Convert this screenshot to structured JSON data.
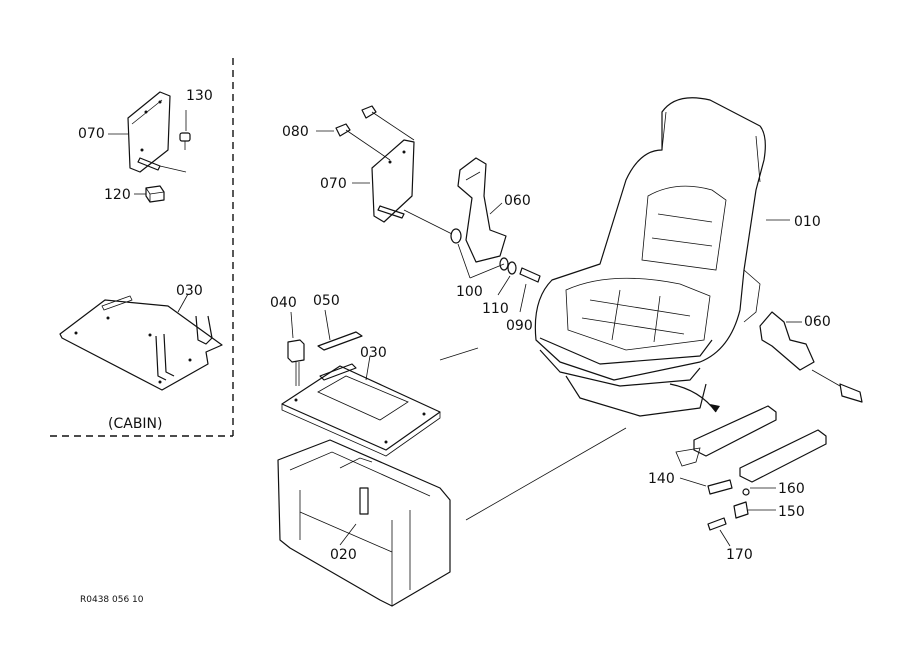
{
  "callouts": {
    "c010": "010",
    "c020": "020",
    "c030_cabin": "030",
    "c030_main": "030",
    "c040": "040",
    "c050": "050",
    "c060_belt": "060",
    "c060_right": "060",
    "c070_cabin": "070",
    "c070_main": "070",
    "c080": "080",
    "c090": "090",
    "c100": "100",
    "c110": "110",
    "c120": "120",
    "c130": "130",
    "c140": "140",
    "c150": "150",
    "c160": "160",
    "c170": "170"
  },
  "cabin_label": "(CABIN)",
  "drawing_code": "R0438 056 10"
}
